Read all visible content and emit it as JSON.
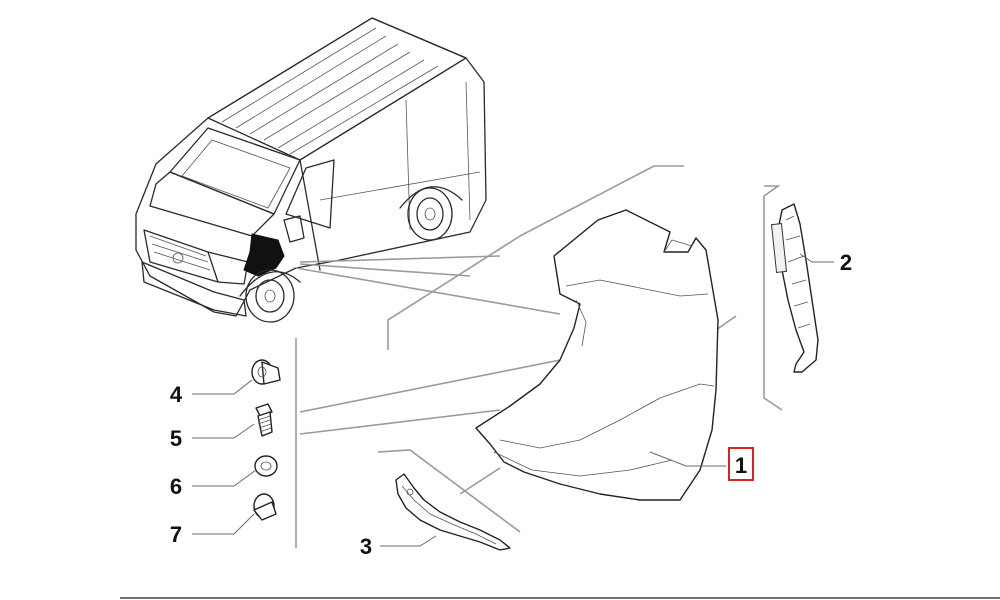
{
  "diagram": {
    "callouts": [
      {
        "id": "1",
        "highlighted": true
      },
      {
        "id": "2",
        "highlighted": false
      },
      {
        "id": "3",
        "highlighted": false
      },
      {
        "id": "4",
        "highlighted": false
      },
      {
        "id": "5",
        "highlighted": false
      },
      {
        "id": "6",
        "highlighted": false
      },
      {
        "id": "7",
        "highlighted": false
      }
    ],
    "highlight_color": "#d9251d"
  }
}
